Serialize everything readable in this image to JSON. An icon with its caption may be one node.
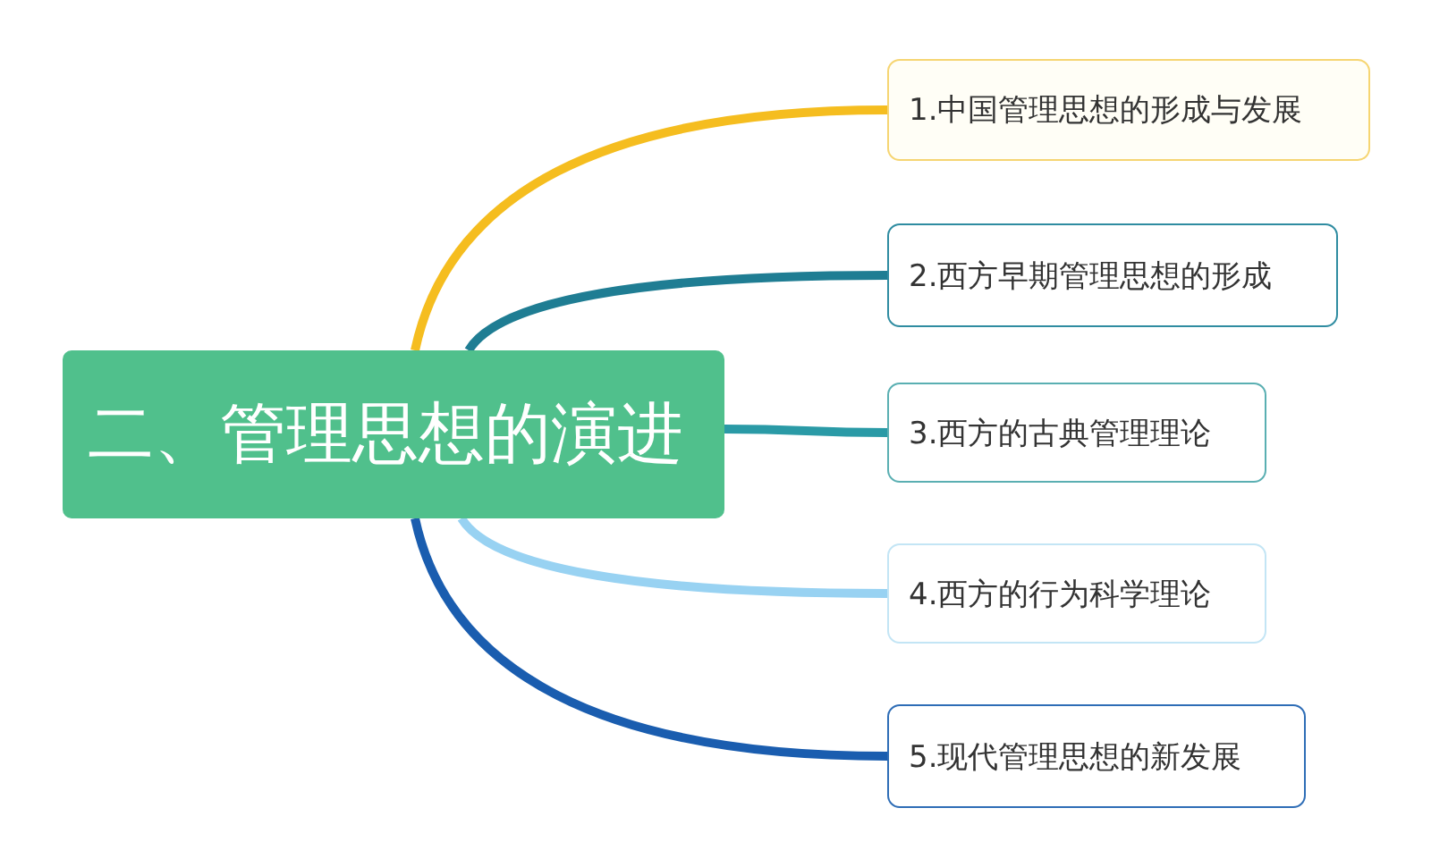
{
  "diagram": {
    "nodes": [
      {
        "text": [
          "二、管理思想的演进"
        ]
      },
      {
        "text": [
          "1.中国管理思想的形成与发展"
        ]
      },
      {
        "text": [
          "2.西方早期管理思想的形成"
        ]
      },
      {
        "text": [
          "3.西方的古典管理理论"
        ]
      },
      {
        "text": [
          "4.西方的行为科学理论"
        ]
      },
      {
        "text": [
          "5.现代管理思想的新发展"
        ]
      }
    ],
    "edges": [
      {
        "from": 0,
        "to": 1,
        "arrow": "none",
        "color": "#f5bd1f"
      },
      {
        "from": 0,
        "to": 2,
        "arrow": "none",
        "color": "#1f7d93"
      },
      {
        "from": 0,
        "to": 3,
        "arrow": "none",
        "color": "#2a9aa6"
      },
      {
        "from": 0,
        "to": 4,
        "arrow": "none",
        "color": "#98d2f2"
      },
      {
        "from": 0,
        "to": 5,
        "arrow": "none",
        "color": "#1a5daf"
      }
    ]
  }
}
